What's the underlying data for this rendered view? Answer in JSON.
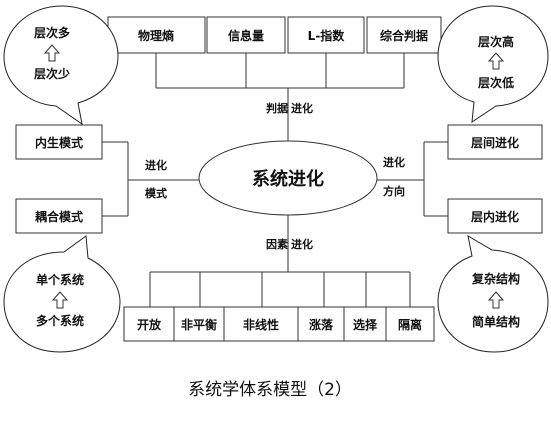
{
  "center": {
    "label": "系统进化"
  },
  "criteria": {
    "items": [
      "物理熵",
      "信息量",
      "L-指数",
      "综合判据"
    ],
    "connector": {
      "left": "判据",
      "right": "进化"
    }
  },
  "factors": {
    "items": [
      "开放",
      "非平衡",
      "非线性",
      "涨落",
      "选择",
      "隔离"
    ],
    "connector": {
      "left": "因素",
      "right": "进化"
    }
  },
  "modes": {
    "items": [
      "内生模式",
      "耦合模式"
    ],
    "connector": {
      "top": "进化",
      "bottom": "模式"
    }
  },
  "directions": {
    "items": [
      "层间进化",
      "层内进化"
    ],
    "connector": {
      "top": "进化",
      "bottom": "方向"
    }
  },
  "bubbles": {
    "top_left": {
      "top": "层次多",
      "bottom": "层次少"
    },
    "bottom_left": {
      "top": "单个系统",
      "bottom": "多个系统"
    },
    "top_right": {
      "top": "层次高",
      "bottom": "层次低"
    },
    "bottom_right": {
      "top": "复杂结构",
      "bottom": "简单结构"
    }
  },
  "caption": "系统学体系模型（2）"
}
